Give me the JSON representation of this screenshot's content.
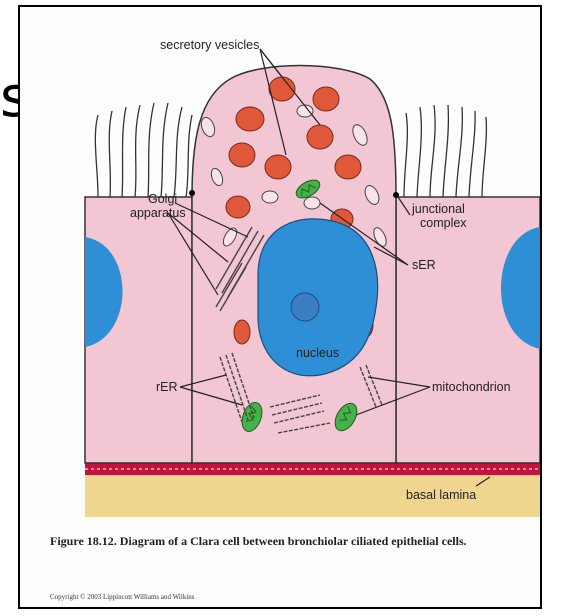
{
  "slide_fragment": "s",
  "labels": {
    "secretory_vesicles": "secretory vesicles",
    "golgi_line1": "Golgi",
    "golgi_line2": "apparatus",
    "junctional_line1": "junctional",
    "junctional_line2": "complex",
    "ser": "sER",
    "nucleus": "nucleus",
    "rer": "rER",
    "mitochondrion": "mitochondrion",
    "basal_lamina": "basal lamina"
  },
  "caption": "Figure 18.12. Diagram of a Clara cell between bronchiolar ciliated epithelial cells.",
  "copyright": "Copyright © 2003 Lippincott Williams and Wilkins",
  "colors": {
    "cytoplasm": "#f2c6d3",
    "nucleus": "#2f8fd6",
    "vesicle": "#e0583a",
    "mitochondrion": "#46b04a",
    "basal_layer": "#f0d58e",
    "basement_line": "#c0143c"
  }
}
